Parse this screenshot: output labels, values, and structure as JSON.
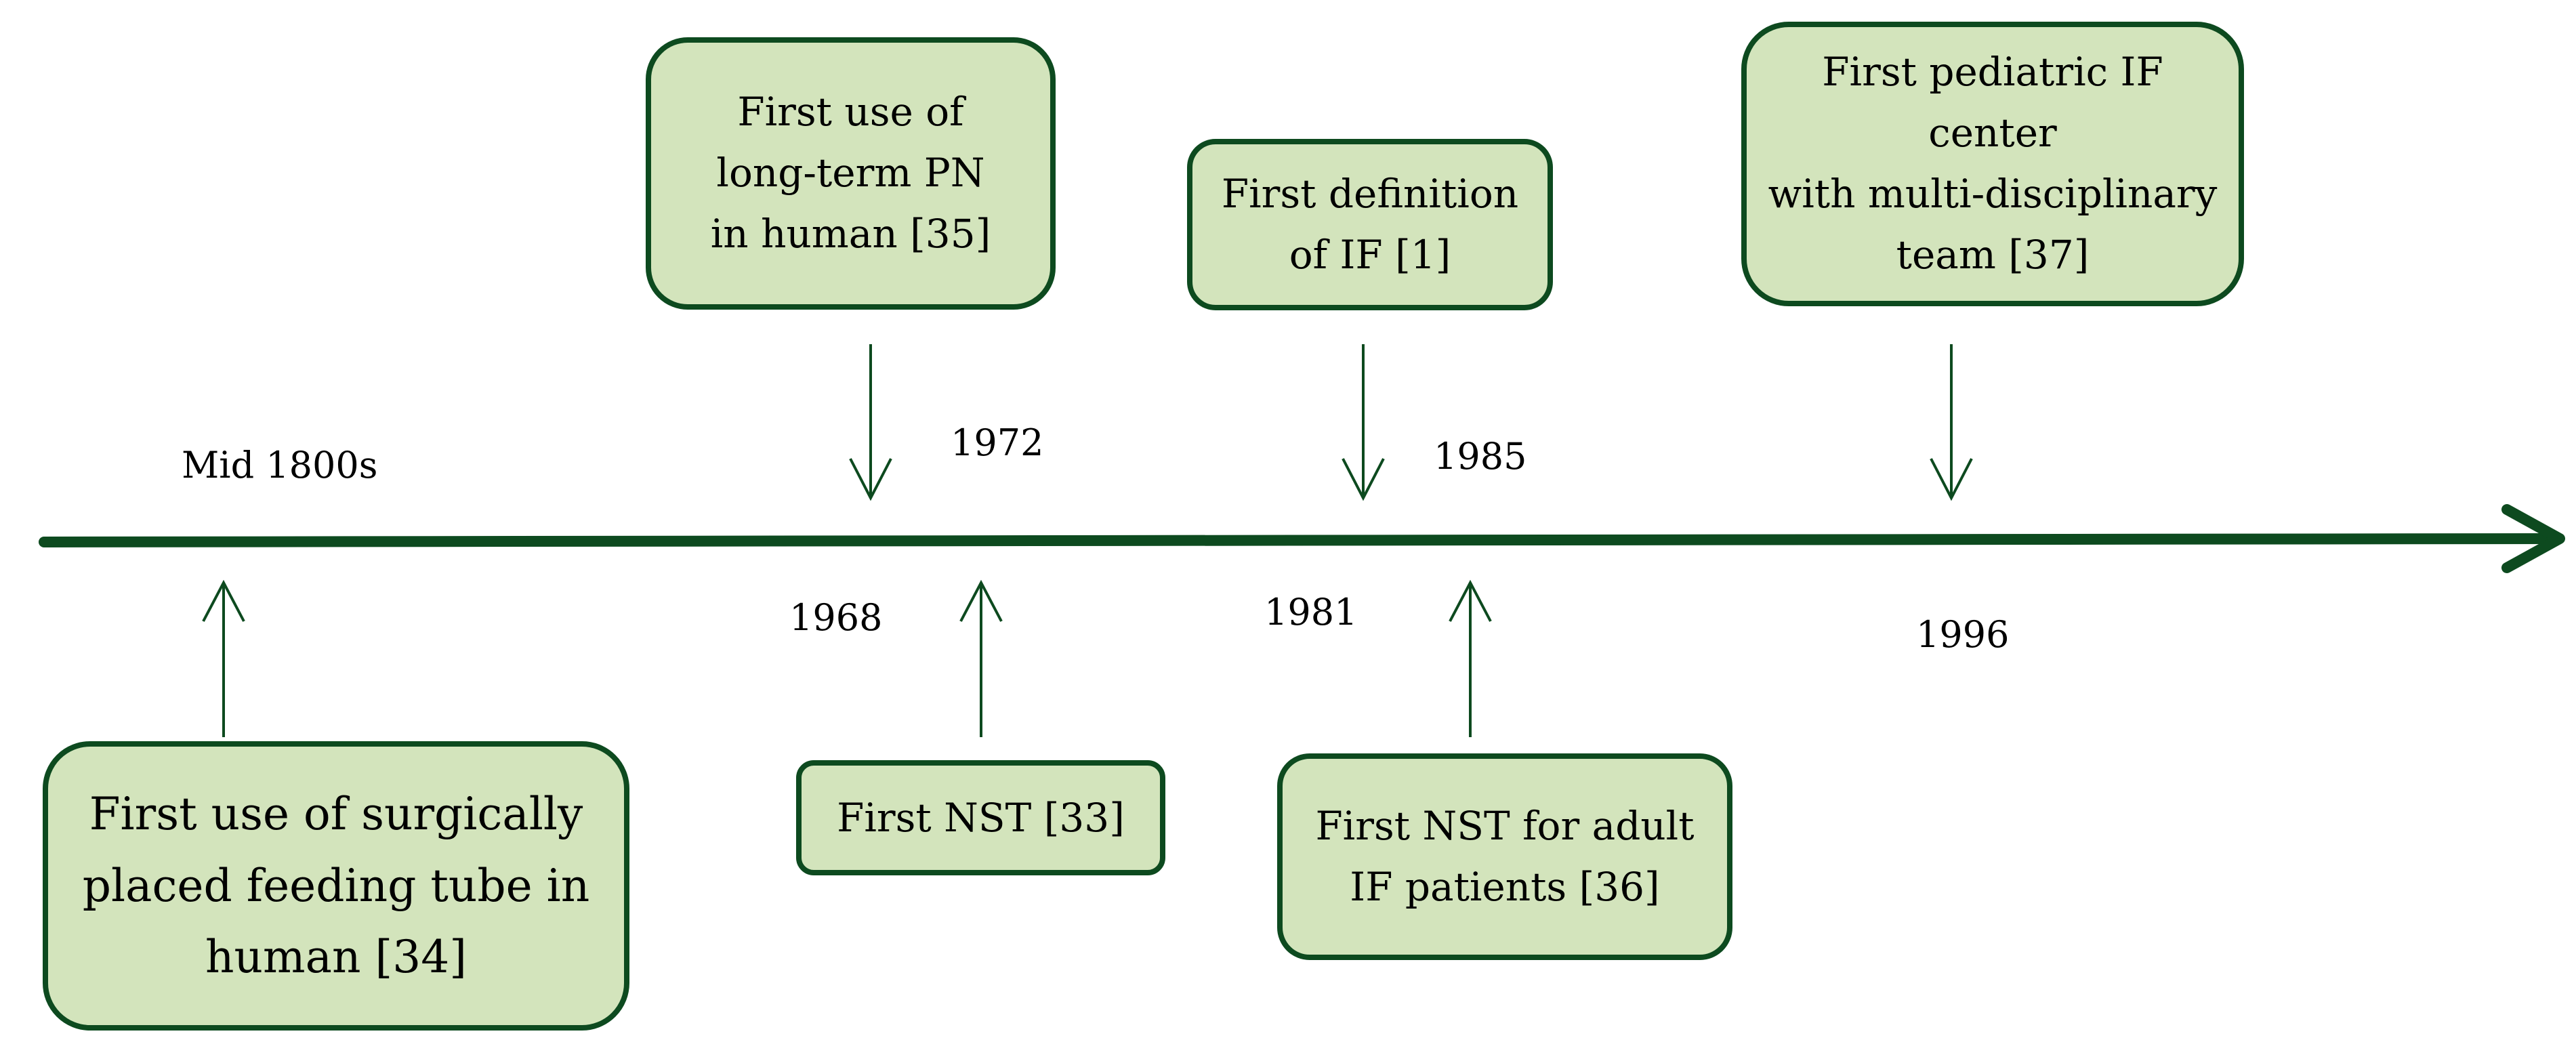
{
  "colors": {
    "box_fill": "#d3e4bc",
    "box_border": "#0d4a1f",
    "line": "#0d4a1f",
    "text": "#000000"
  },
  "timeline": {
    "years": [
      "Mid 1800s",
      "1968",
      "1972",
      "1981",
      "1985",
      "1996"
    ],
    "events": [
      {
        "year": "Mid 1800s",
        "text": "First use of surgically\nplaced feeding tube in\nhuman [34]"
      },
      {
        "year": "1968",
        "text": "First use of\nlong-term PN\nin human [35]"
      },
      {
        "year": "1972",
        "text": "First NST [33]"
      },
      {
        "year": "1981",
        "text": "First definition\nof IF [1]"
      },
      {
        "year": "1985",
        "text": "First NST for adult\nIF patients [36]"
      },
      {
        "year": "1996",
        "text": "First pediatric IF center\nwith multi-disciplinary\nteam [37]"
      }
    ]
  }
}
